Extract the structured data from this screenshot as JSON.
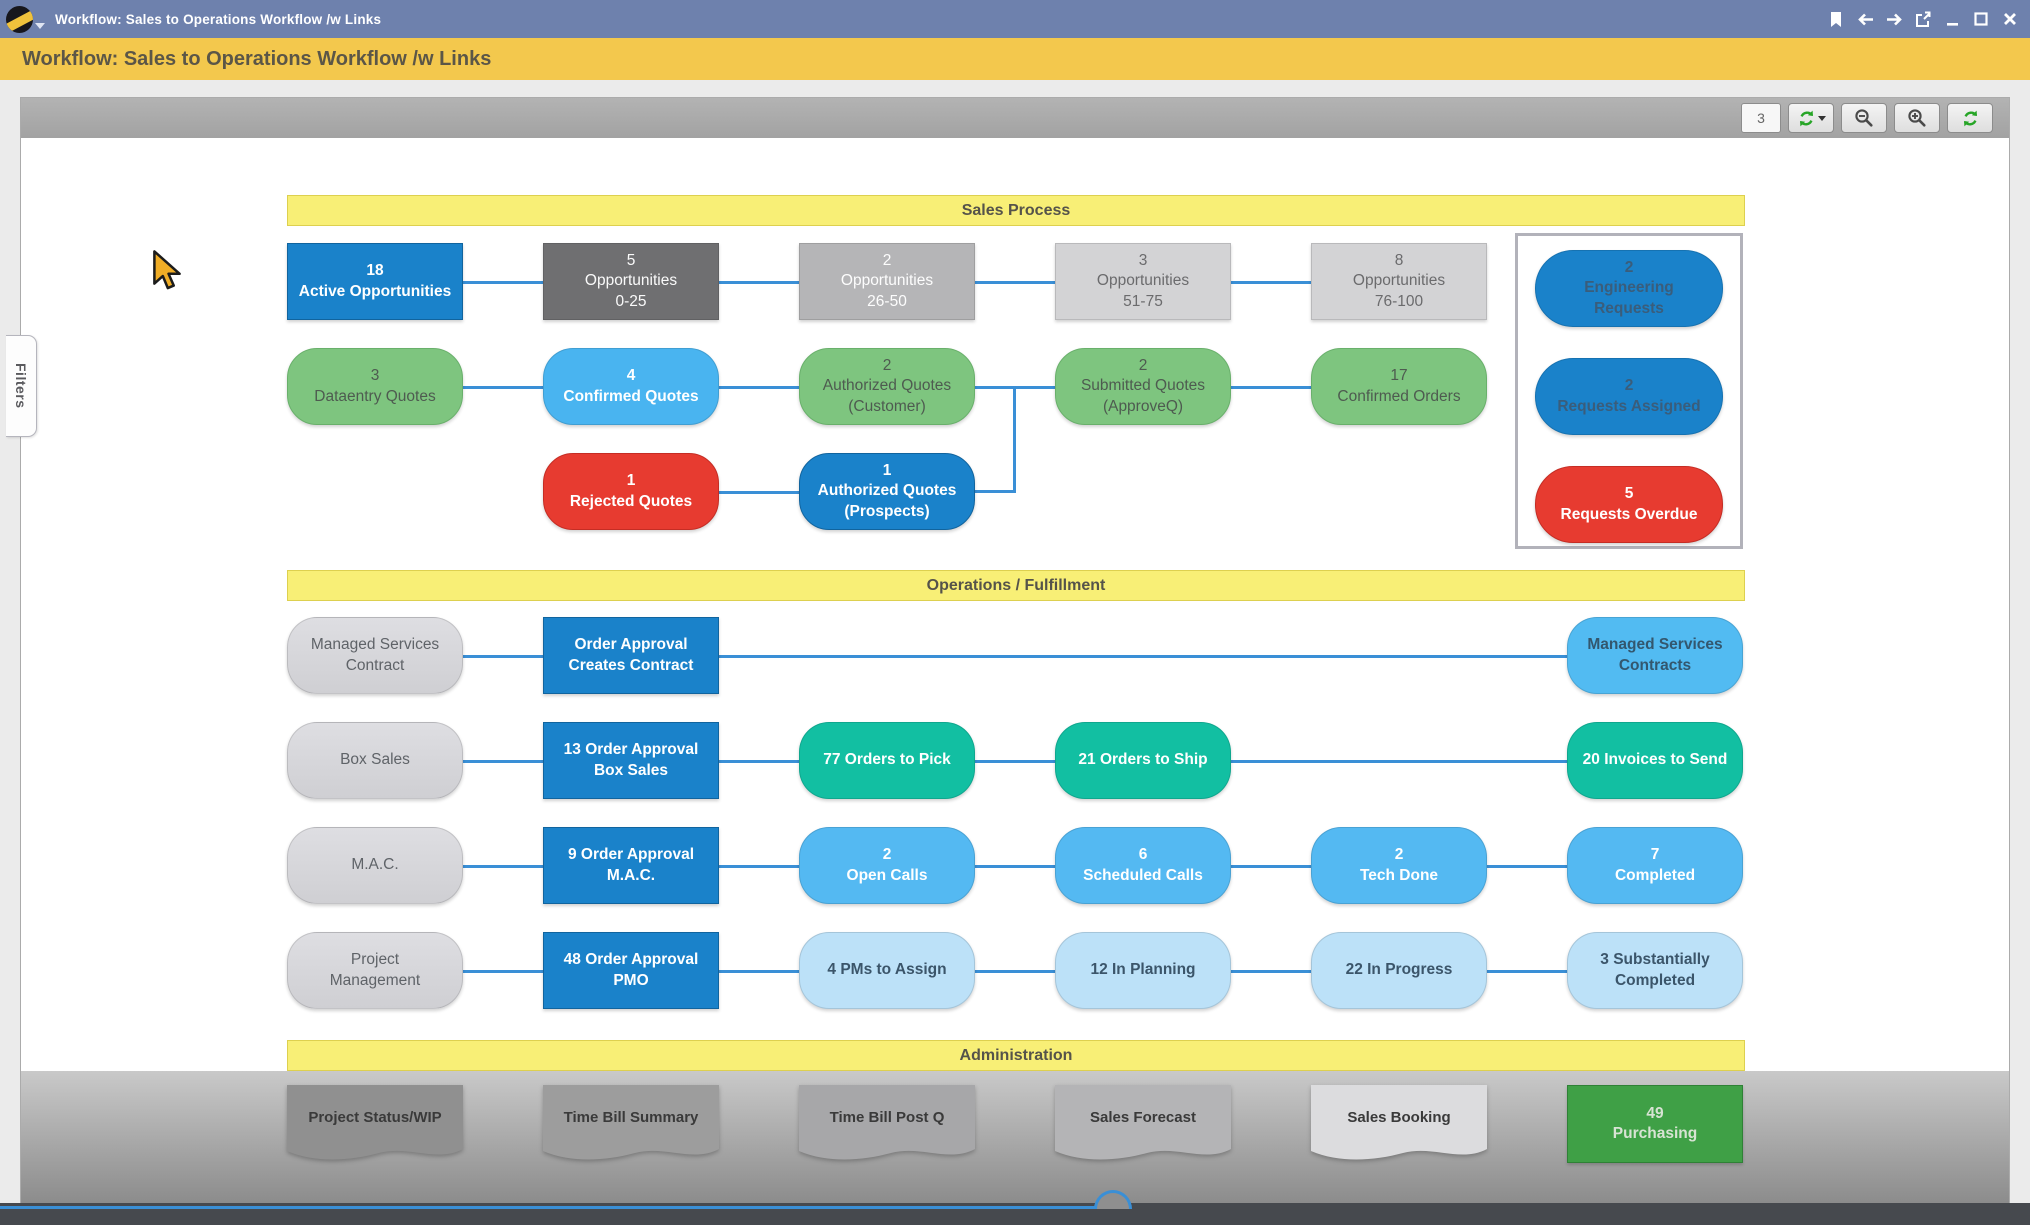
{
  "window": {
    "title": "Workflow: Sales to Operations Workflow /w Links",
    "control_icons": [
      "bookmark-icon",
      "back-arrow-icon",
      "forward-arrow-icon",
      "open-external-icon",
      "minimize-icon",
      "maximize-icon",
      "close-icon"
    ]
  },
  "header": {
    "title": "Workflow: Sales to Operations Workflow /w Links"
  },
  "toolbar": {
    "counter": "3",
    "button_icons": [
      "auto-refresh-icon",
      "zoom-out-icon",
      "zoom-in-icon",
      "refresh-icon"
    ]
  },
  "filters_tab": {
    "label": "Filters"
  },
  "palette": {
    "titlebar": "#6e81ad",
    "page_header": "#f3c84d",
    "section_band": "#f8ef76",
    "connector": "#3a8fd6",
    "blue": "#1a82ca",
    "sky_blue": "#49b4f0",
    "green": "#7ec57f",
    "red": "#e73b30",
    "teal": "#12bfa2",
    "pale_blue": "#bce1f8",
    "purchasing_green": "#3fa046"
  },
  "diagram": {
    "bands": [
      {
        "id": "sales",
        "label": "Sales Process"
      },
      {
        "id": "ops",
        "label": "Operations / Fulfillment"
      },
      {
        "id": "admin",
        "label": "Administration"
      }
    ],
    "rows": [
      {
        "id": "sales-opportunities",
        "line": {
          "from": 1,
          "to": 5
        },
        "nodes": [
          {
            "col": 1,
            "shape": "rect",
            "style": "blue",
            "lines": [
              "18",
              "Active Opportunities"
            ]
          },
          {
            "col": 2,
            "shape": "rect",
            "style": "darkgray",
            "lines": [
              "5",
              "Opportunities",
              "0-25"
            ]
          },
          {
            "col": 3,
            "shape": "rect",
            "style": "silver",
            "lines": [
              "2",
              "Opportunities",
              "26-50"
            ]
          },
          {
            "col": 4,
            "shape": "rect",
            "style": "lightgray",
            "lines": [
              "3",
              "Opportunities",
              "51-75"
            ]
          },
          {
            "col": 5,
            "shape": "rect",
            "style": "lightgray",
            "lines": [
              "8",
              "Opportunities",
              "76-100"
            ]
          }
        ]
      },
      {
        "id": "sales-quotes",
        "line": {
          "from": 1,
          "to": 5
        },
        "nodes": [
          {
            "col": 1,
            "shape": "round",
            "style": "green",
            "lines": [
              "3",
              "Dataentry Quotes"
            ]
          },
          {
            "col": 2,
            "shape": "round",
            "style": "skyblue",
            "lines": [
              "4",
              "Confirmed Quotes"
            ]
          },
          {
            "col": 3,
            "shape": "round",
            "style": "green",
            "lines": [
              "2",
              "Authorized Quotes",
              "(Customer)"
            ]
          },
          {
            "col": 4,
            "shape": "round",
            "style": "green",
            "lines": [
              "2",
              "Submitted Quotes",
              "(ApproveQ)"
            ]
          },
          {
            "col": 5,
            "shape": "round",
            "style": "green",
            "lines": [
              "17",
              "Confirmed Orders"
            ]
          }
        ]
      },
      {
        "id": "sales-rejected",
        "line": {
          "from": 2,
          "to": 3
        },
        "nodes": [
          {
            "col": 2,
            "shape": "round",
            "style": "red",
            "lines": [
              "1",
              "Rejected Quotes"
            ]
          },
          {
            "col": 3,
            "shape": "round",
            "style": "blue",
            "lines": [
              "1",
              "Authorized Quotes",
              "(Prospects)"
            ]
          }
        ]
      },
      {
        "id": "ops-managed-services",
        "line": {
          "from": 1,
          "to": 6
        },
        "nodes": [
          {
            "col": 1,
            "shape": "round",
            "style": "graypill",
            "lines": [
              "Managed Services",
              "Contract"
            ]
          },
          {
            "col": 2,
            "shape": "rect",
            "style": "blue",
            "lines": [
              "Order Approval",
              "Creates Contract"
            ]
          },
          {
            "col": 6,
            "shape": "round",
            "style": "ltbluepill",
            "lines": [
              "Managed Services",
              "Contracts"
            ]
          }
        ]
      },
      {
        "id": "ops-box-sales",
        "line": {
          "from": 1,
          "to": 6
        },
        "nodes": [
          {
            "col": 1,
            "shape": "round",
            "style": "graypill",
            "lines": [
              "Box Sales"
            ]
          },
          {
            "col": 2,
            "shape": "rect",
            "style": "blue",
            "lines": [
              "13 Order Approval",
              "Box Sales"
            ]
          },
          {
            "col": 3,
            "shape": "round",
            "style": "teal",
            "lines": [
              "77 Orders to Pick"
            ]
          },
          {
            "col": 4,
            "shape": "round",
            "style": "teal",
            "lines": [
              "21 Orders to Ship"
            ]
          },
          {
            "col": 6,
            "shape": "round",
            "style": "teal",
            "lines": [
              "20 Invoices to Send"
            ]
          }
        ]
      },
      {
        "id": "ops-mac",
        "line": {
          "from": 1,
          "to": 6
        },
        "nodes": [
          {
            "col": 1,
            "shape": "round",
            "style": "graypill",
            "lines": [
              "M.A.C."
            ]
          },
          {
            "col": 2,
            "shape": "rect",
            "style": "blue",
            "lines": [
              "9 Order Approval",
              "M.A.C."
            ]
          },
          {
            "col": 3,
            "shape": "round",
            "style": "medblue",
            "lines": [
              "2",
              "Open Calls"
            ]
          },
          {
            "col": 4,
            "shape": "round",
            "style": "medblue",
            "lines": [
              "6",
              "Scheduled Calls"
            ]
          },
          {
            "col": 5,
            "shape": "round",
            "style": "medblue",
            "lines": [
              "2",
              "Tech Done"
            ]
          },
          {
            "col": 6,
            "shape": "round",
            "style": "medblue",
            "lines": [
              "7",
              "Completed"
            ]
          }
        ]
      },
      {
        "id": "ops-pmo",
        "line": {
          "from": 1,
          "to": 6
        },
        "nodes": [
          {
            "col": 1,
            "shape": "round",
            "style": "graypill",
            "lines": [
              "Project",
              "Management"
            ]
          },
          {
            "col": 2,
            "shape": "rect",
            "style": "blue",
            "lines": [
              "48 Order Approval",
              "PMO"
            ]
          },
          {
            "col": 3,
            "shape": "round",
            "style": "paleblue",
            "lines": [
              "4 PMs to Assign"
            ]
          },
          {
            "col": 4,
            "shape": "round",
            "style": "paleblue",
            "lines": [
              "12 In Planning"
            ]
          },
          {
            "col": 5,
            "shape": "round",
            "style": "paleblue",
            "lines": [
              "22 In Progress"
            ]
          },
          {
            "col": 6,
            "shape": "round",
            "style": "paleblue",
            "lines": [
              "3 Substantially",
              "Completed"
            ]
          }
        ]
      }
    ],
    "engineering_panel": {
      "nodes": [
        {
          "shape": "pill",
          "style": "engblue",
          "lines": [
            "2",
            "Engineering",
            "Requests"
          ]
        },
        {
          "shape": "pill",
          "style": "engblue",
          "lines": [
            "2",
            "Requests Assigned"
          ]
        },
        {
          "shape": "pill",
          "style": "red",
          "lines": [
            "5",
            "Requests Overdue"
          ]
        }
      ]
    },
    "admin_docs": [
      {
        "col": 1,
        "shape": "doc",
        "style": "doc1",
        "lines": [
          "Project Status/WIP"
        ]
      },
      {
        "col": 2,
        "shape": "doc",
        "style": "doc2",
        "lines": [
          "Time Bill Summary"
        ]
      },
      {
        "col": 3,
        "shape": "doc",
        "style": "doc3",
        "lines": [
          "Time Bill Post Q"
        ]
      },
      {
        "col": 4,
        "shape": "doc",
        "style": "doc4",
        "lines": [
          "Sales Forecast"
        ]
      },
      {
        "col": 5,
        "shape": "doc",
        "style": "doc5",
        "lines": [
          "Sales Booking"
        ]
      },
      {
        "col": 6,
        "shape": "rect",
        "style": "purchasing",
        "lines": [
          "49",
          "Purchasing"
        ]
      }
    ]
  }
}
